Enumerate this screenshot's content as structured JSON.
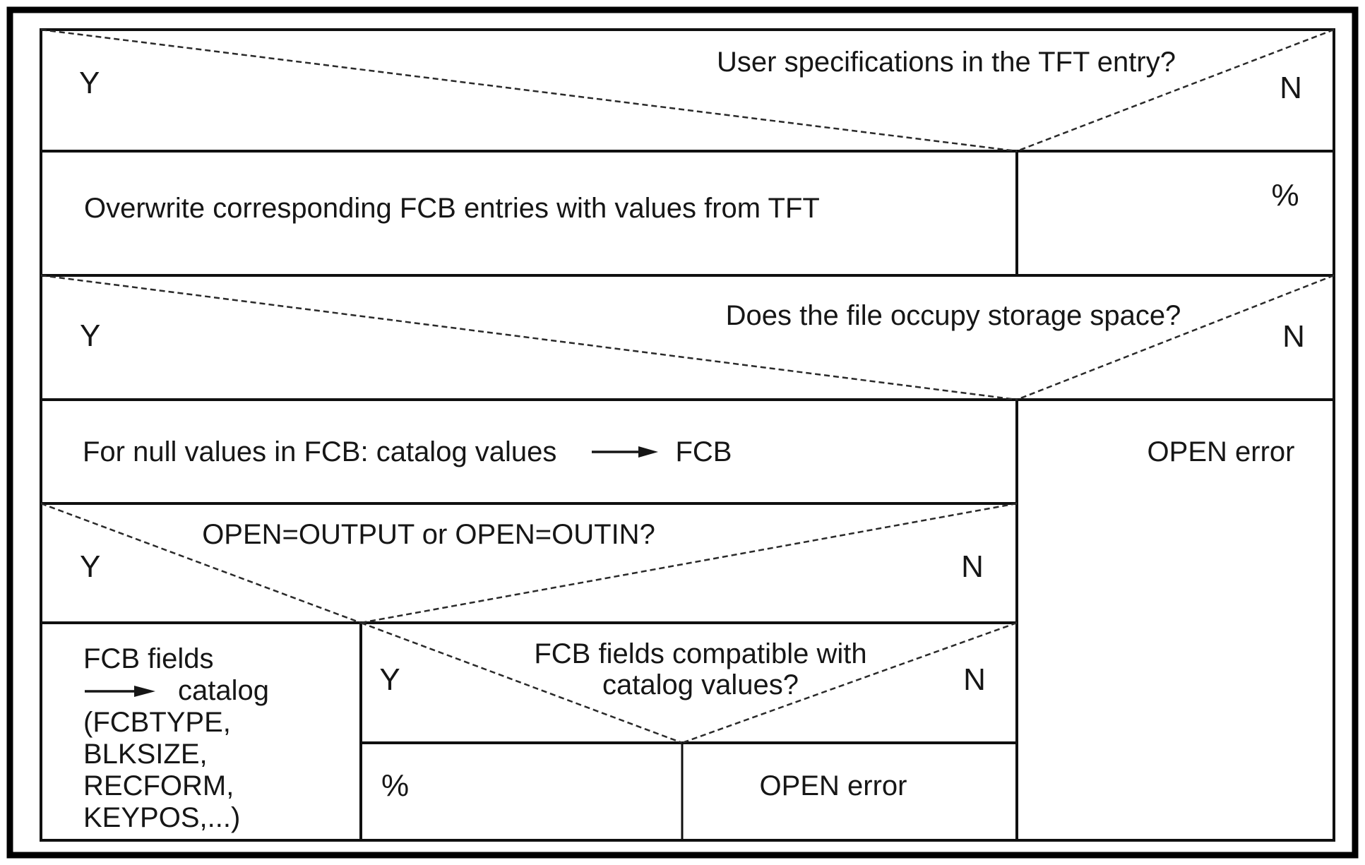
{
  "diagram": {
    "type": "nassi-shneiderman-decision-diagram",
    "decisions": [
      {
        "condition": "User specifications in the TFT entry?",
        "yes_label": "Y",
        "no_label": "N"
      },
      {
        "condition": "Does the file occupy storage space?",
        "yes_label": "Y",
        "no_label": "N"
      },
      {
        "condition": "OPEN=OUTPUT or OPEN=OUTIN?",
        "yes_label": "Y",
        "no_label": "N"
      },
      {
        "condition_line1": "FCB fields compatible with",
        "condition_line2": "catalog values?",
        "yes_label": "Y",
        "no_label": "N"
      }
    ],
    "cells": {
      "overwrite_action": "Overwrite corresponding FCB entries with values from TFT",
      "overwrite_no_result": "%",
      "null_values_prefix": "For null values in FCB: catalog values",
      "null_values_target": "FCB",
      "open_error_column": "OPEN error",
      "fcb_fields": {
        "l1": "FCB fields",
        "l2_after_arrow": "catalog",
        "l3": "(FCBTYPE,",
        "l4": "BLKSIZE,",
        "l5": "RECFORM,",
        "l6": "KEYPOS,...)"
      },
      "compat_yes_result": "%",
      "compat_no_result": "OPEN error"
    },
    "icons": {
      "right_arrow": "⟶"
    },
    "colors": {
      "ink": "#161616",
      "background": "#ffffff"
    }
  }
}
